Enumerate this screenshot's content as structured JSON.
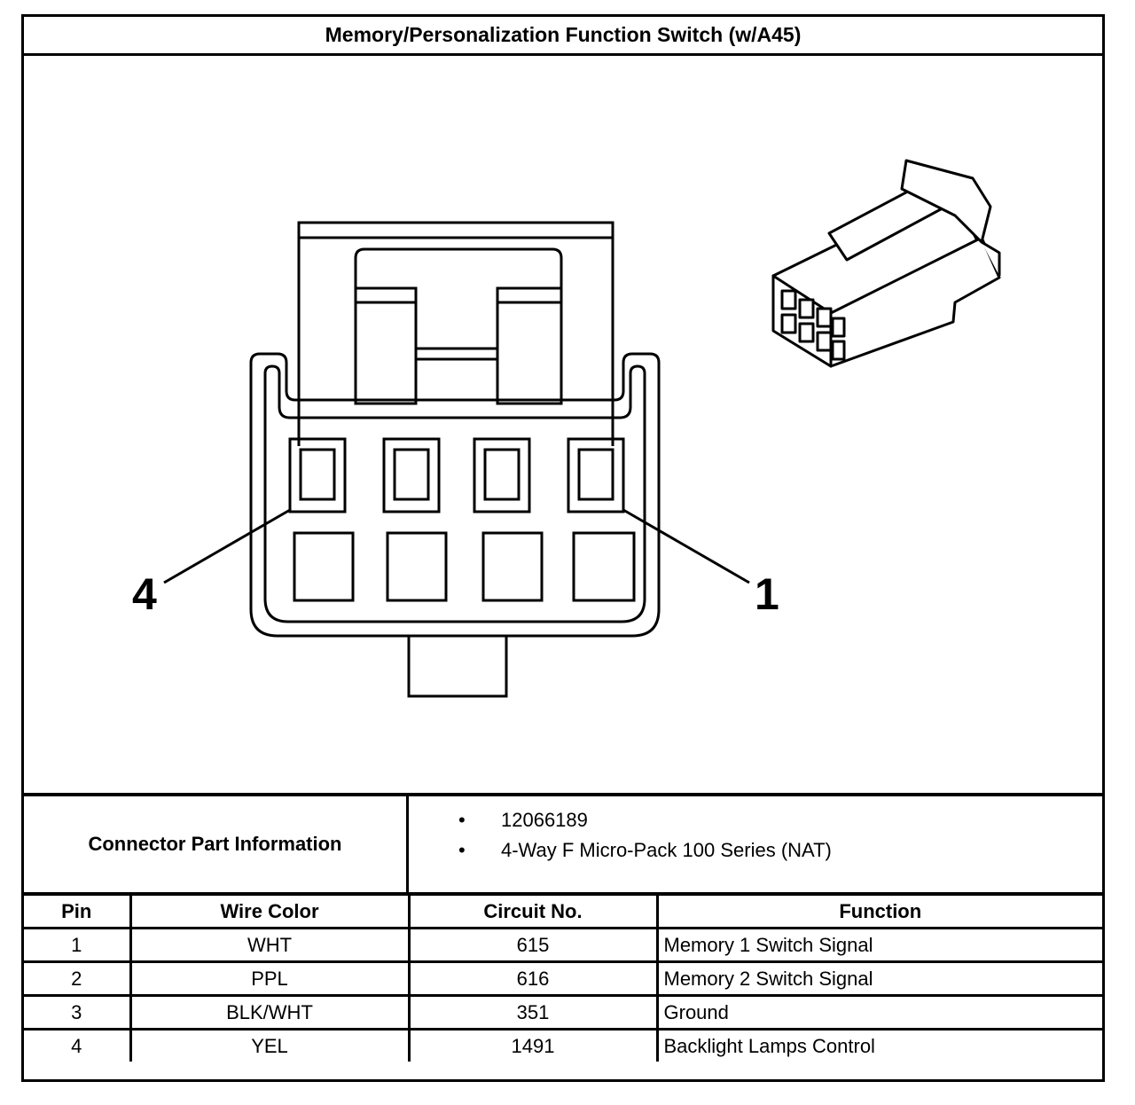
{
  "title": "Memory/Personalization Function Switch (w/A45)",
  "diagram": {
    "pin_labels": {
      "left": "4",
      "right": "1"
    }
  },
  "connector_info": {
    "label": "Connector Part Information",
    "items": [
      "12066189",
      "4-Way F Micro-Pack 100 Series (NAT)"
    ]
  },
  "pin_table": {
    "headers": {
      "pin": "Pin",
      "wire_color": "Wire Color",
      "circuit": "Circuit No.",
      "function": "Function"
    },
    "rows": [
      {
        "pin": "1",
        "wire_color": "WHT",
        "circuit": "615",
        "function": "Memory 1 Switch Signal"
      },
      {
        "pin": "2",
        "wire_color": "PPL",
        "circuit": "616",
        "function": "Memory 2 Switch Signal"
      },
      {
        "pin": "3",
        "wire_color": "BLK/WHT",
        "circuit": "351",
        "function": "Ground"
      },
      {
        "pin": "4",
        "wire_color": "YEL",
        "circuit": "1491",
        "function": "Backlight Lamps Control"
      }
    ]
  }
}
